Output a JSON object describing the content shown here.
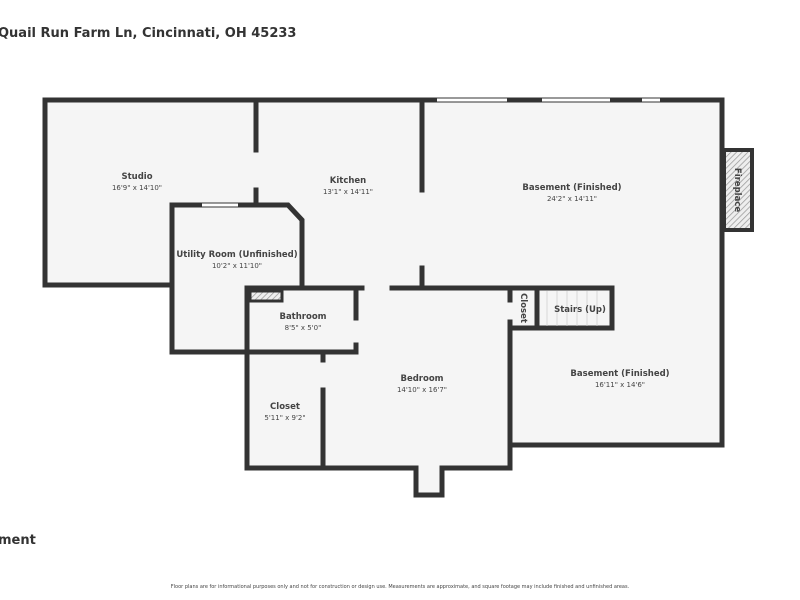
{
  "header": {
    "address": "Quail Run Farm Ln, Cincinnati, OH 45233"
  },
  "floor_label": "ment",
  "disclaimer": "Floor plans are for informational purposes only and not for construction or design use. Measurements are approximate, and square footage may include finished and unfinished areas.",
  "rooms": [
    {
      "name": "Studio",
      "dims": "16'9\" x 14'10\""
    },
    {
      "name": "Kitchen",
      "dims": "13'1\" x 14'11\""
    },
    {
      "name": "Basement (Finished)",
      "dims": "24'2\" x 14'11\""
    },
    {
      "name": "Utility Room (Unfinished)",
      "dims": "10'2\" x 11'10\""
    },
    {
      "name": "Bathroom",
      "dims": "8'5\" x 5'0\""
    },
    {
      "name": "Bedroom",
      "dims": "14'10\" x 16'7\""
    },
    {
      "name": "Closet",
      "dims": "5'11\" x 9'2\""
    },
    {
      "name": "Basement (Finished)",
      "dims": "16'11\" x 14'6\""
    }
  ],
  "features": {
    "closet": "Closet",
    "stairs": "Stairs (Up)",
    "fireplace": "Fireplace"
  },
  "colors": {
    "wall": "#333333",
    "floor": "#f5f5f5"
  }
}
